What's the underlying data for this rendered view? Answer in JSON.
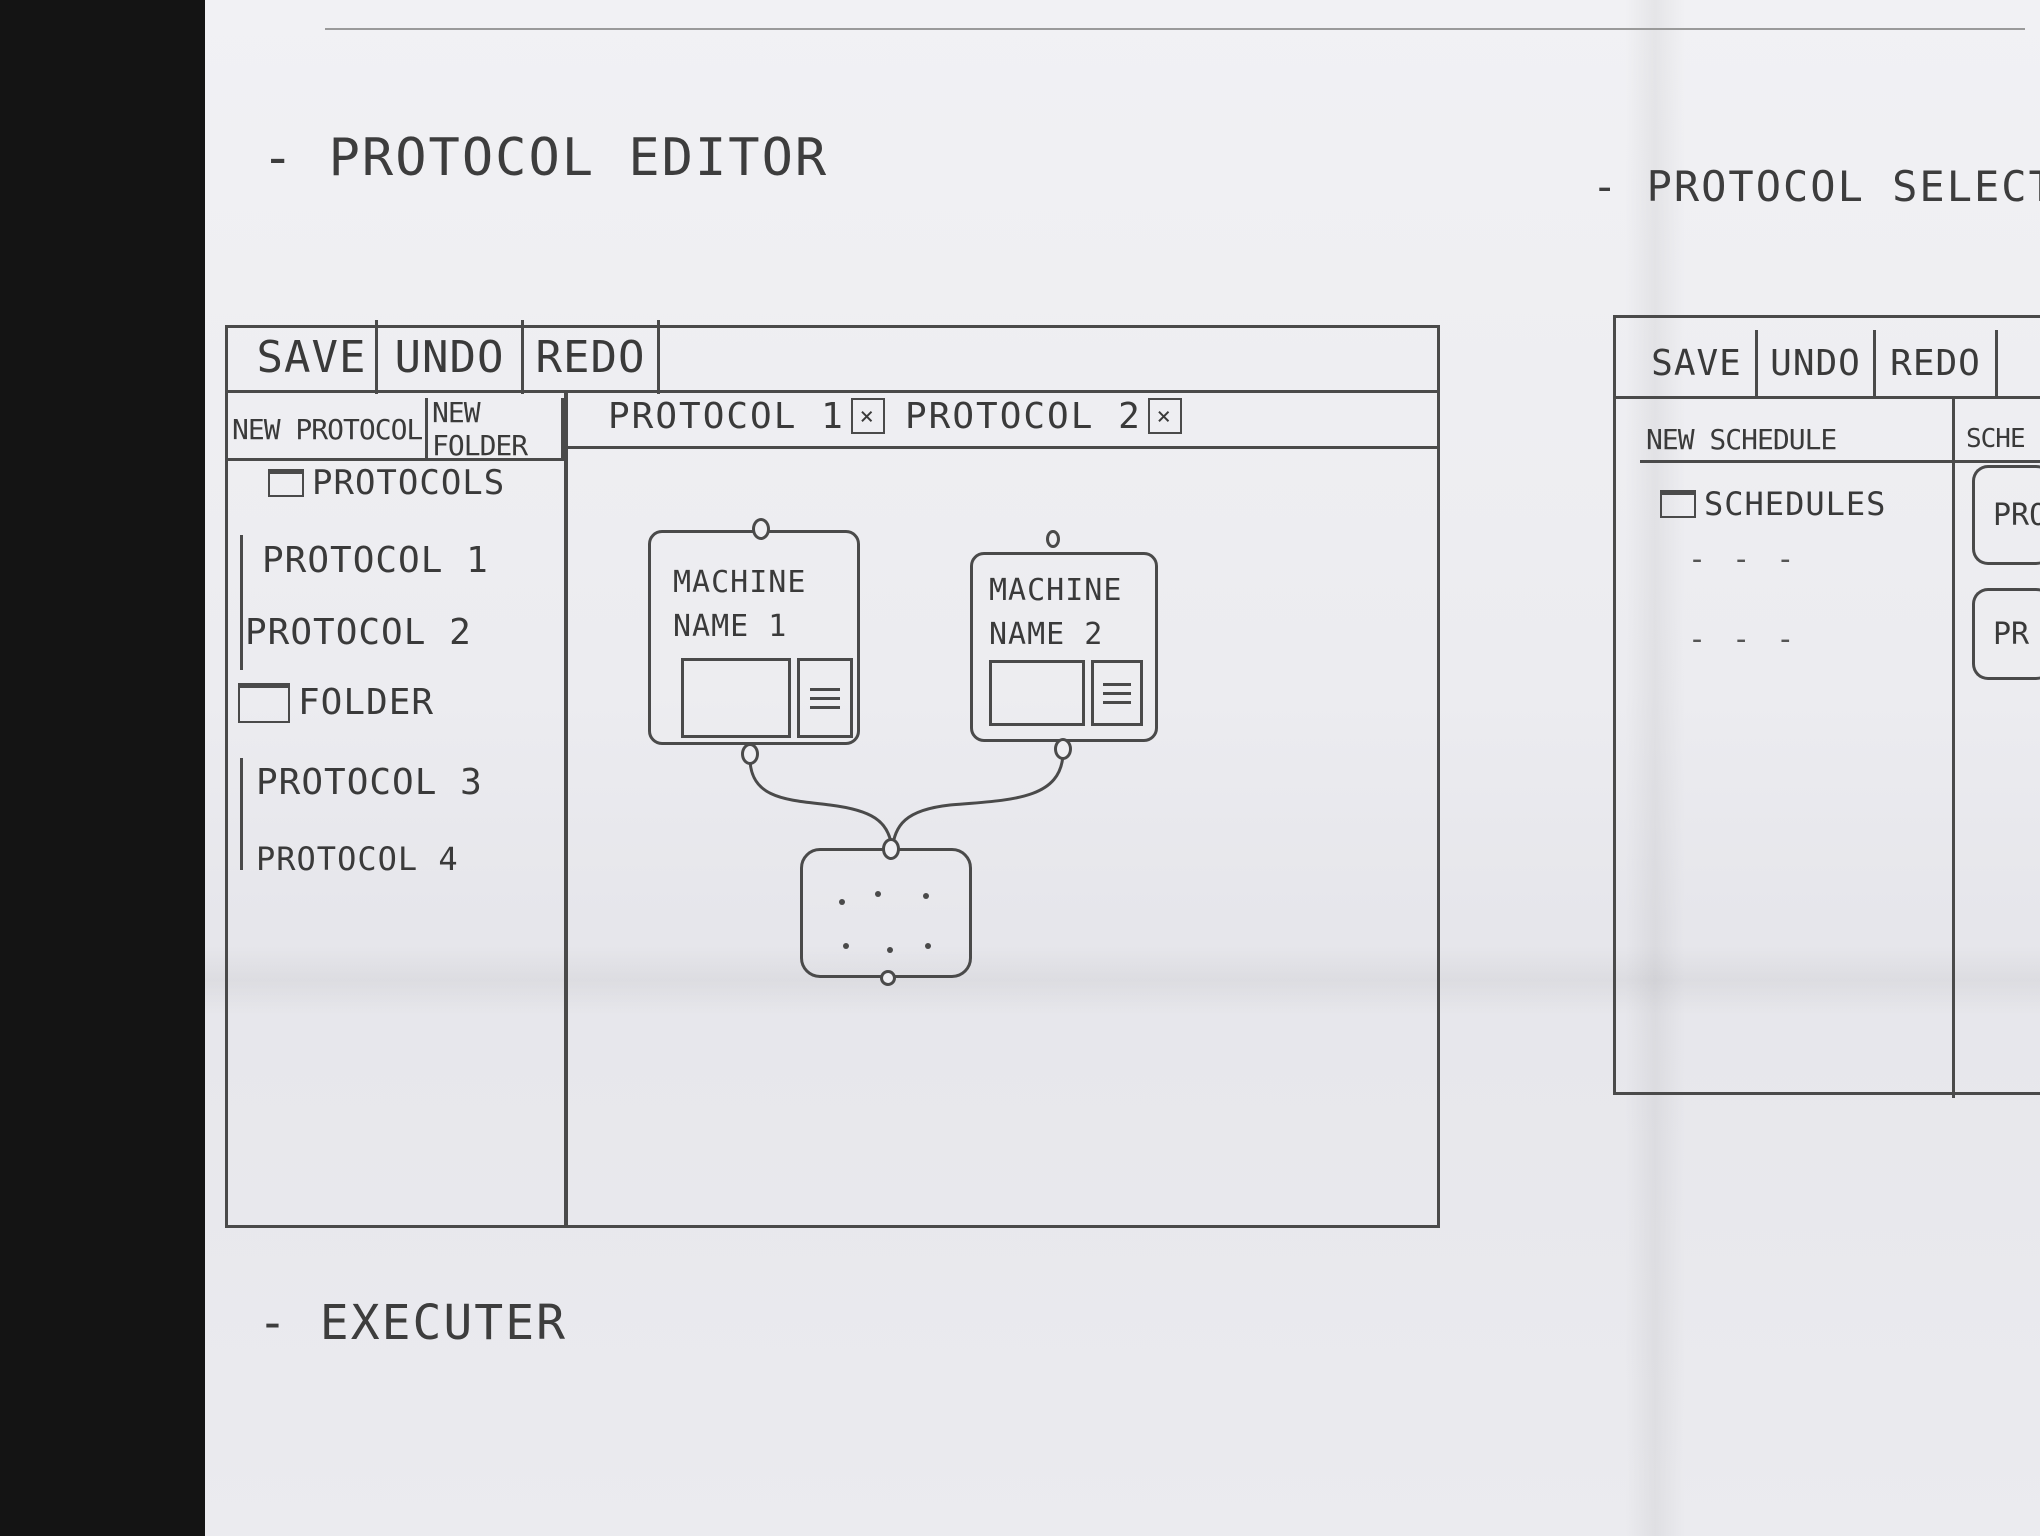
{
  "editor": {
    "heading": "- PROTOCOL EDITOR",
    "toolbar": {
      "save": "SAVE",
      "undo": "UNDO",
      "redo": "REDO"
    },
    "sidebar_buttons": {
      "new_protocol": "NEW PROTOCOL",
      "new_folder": "NEW FOLDER"
    },
    "tabs": [
      {
        "label": "PROTOCOL 1",
        "close": "×"
      },
      {
        "label": "PROTOCOL 2",
        "close": "×"
      }
    ],
    "tree": {
      "root": "PROTOCOLS",
      "items": [
        "PROTOCOL 1",
        "PROTOCOL 2"
      ],
      "folder": "FOLDER",
      "folder_items": [
        "PROTOCOL 3",
        "PROTOCOL 4"
      ]
    },
    "nodes": [
      {
        "title": "MACHINE\nNAME 1",
        "icon": "node-menu-icon"
      },
      {
        "title": "MACHINE\nNAME 2",
        "icon": "node-menu-icon"
      }
    ]
  },
  "selector": {
    "heading": "- PROTOCOL SELECTOR",
    "toolbar": {
      "save": "SAVE",
      "undo": "UNDO",
      "redo": "REDO"
    },
    "sidebar_buttons": {
      "new_schedule": "NEW SCHEDULE",
      "schedule": "SCHE"
    },
    "tree": {
      "root": "SCHEDULES",
      "more_1": "- - -",
      "more_2": "- - -"
    },
    "cards": [
      "PRO",
      "PR"
    ]
  },
  "executor": {
    "heading": "- EXECUTER"
  }
}
